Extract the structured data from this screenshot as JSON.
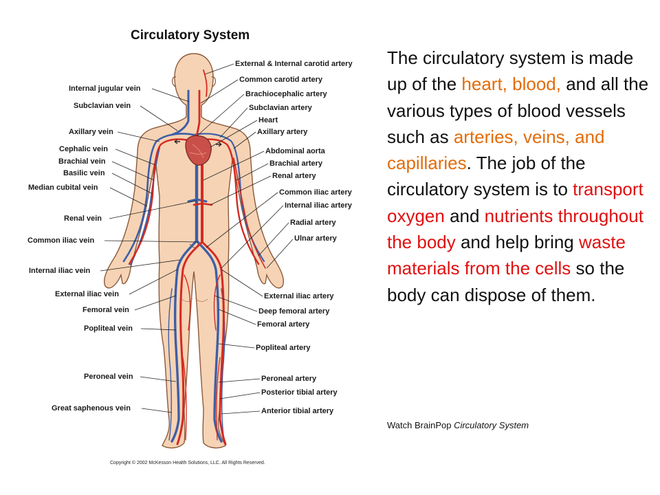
{
  "figure": {
    "title": "Circulatory System",
    "copyright": "Copyright © 2002 McKesson Health Solutions, LLC. All Rights Reserved.",
    "colors": {
      "artery": "#d42a22",
      "vein": "#3d5fa8",
      "skin": "#f6d3b4",
      "outline": "#8a5a3c",
      "heart": "#c9504a"
    },
    "left_labels": [
      "Internal jugular vein",
      "Subclavian vein",
      "Axillary vein",
      "Cephalic vein",
      "Brachial vein",
      "Basilic vein",
      "Median cubital vein",
      "Renal vein",
      "Common iliac vein",
      "Internal iliac vein",
      "External iliac vein",
      "Femoral vein",
      "Popliteal vein",
      "Peroneal vein",
      "Great saphenous vein"
    ],
    "right_labels": [
      "External & Internal carotid artery",
      "Common carotid artery",
      "Brachiocephalic artery",
      "Subclavian artery",
      "Heart",
      "Axillary artery",
      "Abdominal aorta",
      "Brachial artery",
      "Renal artery",
      "Common iliac artery",
      "Internal iliac artery",
      "Radial artery",
      "Ulnar artery",
      "External iliac artery",
      "Deep femoral artery",
      "Femoral artery",
      "Popliteal artery",
      "Peroneal artery",
      "Posterior tibial artery",
      "Anterior tibial artery"
    ]
  },
  "description": {
    "p1": "The circulatory system is made up of the ",
    "h1": "heart, blood,",
    "p2": " and all the various types of blood vessels such as ",
    "h2": "arteries, veins, and capillaries",
    "p3": ". The job of the circulatory system is to ",
    "h3": "transport oxygen",
    "p4": " and ",
    "h4": "nutrients throughout the body",
    "p5": " and help bring ",
    "h5": "waste materials from the cells",
    "p6": " so the body can dispose of them."
  },
  "watch": {
    "prefix": "Watch BrainPop ",
    "link": "Circulatory System"
  }
}
